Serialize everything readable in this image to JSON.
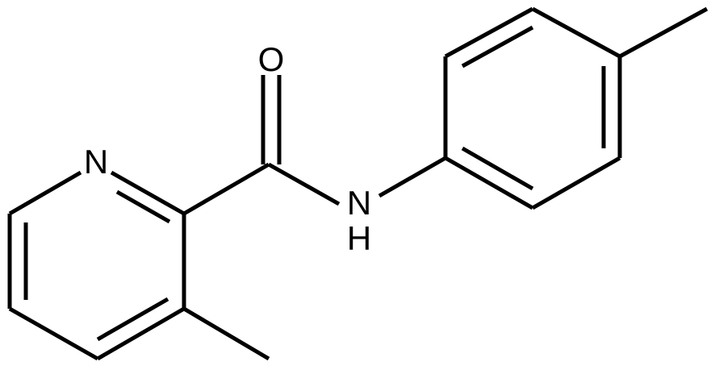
{
  "molecule": {
    "atoms": {
      "oxygen": "O",
      "pyridine_nitrogen": "N",
      "amide_nitrogen": "N",
      "amide_hydrogen": "H"
    }
  }
}
